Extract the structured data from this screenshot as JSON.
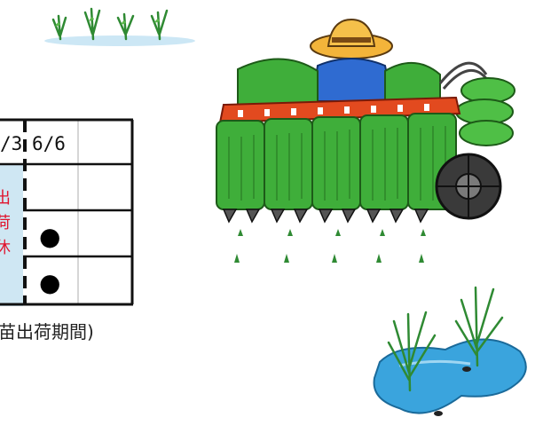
{
  "table": {
    "header_partial": "/3",
    "header_date": "6/6",
    "side_label_chars": [
      "出",
      "荷",
      "休"
    ],
    "marks": [
      "",
      "●",
      "●"
    ]
  },
  "caption": "苗出荷期間)",
  "illustration": {
    "top_seedlings": "rice-seedling-row-illustration",
    "planter": "rice-transplanter-with-farmer-illustration",
    "paddy": "rice-plants-in-water-illustration"
  },
  "colors": {
    "side_label_bg": "#cfe7f3",
    "side_label_text": "#e0142e",
    "grid": "#111111",
    "soft_grid": "#c8c8c8"
  }
}
